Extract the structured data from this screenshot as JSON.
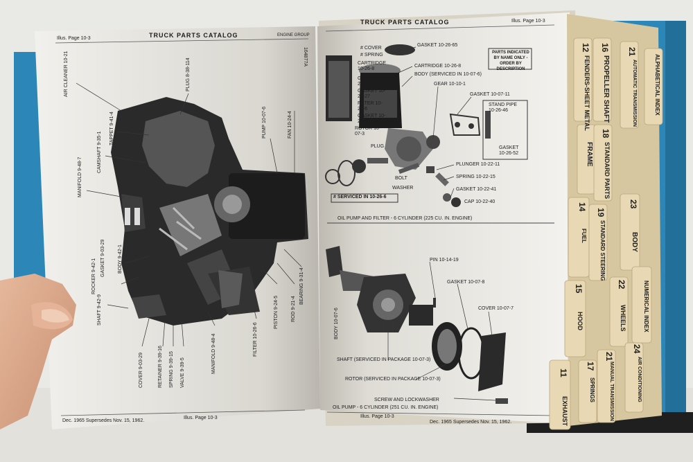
{
  "left_page": {
    "header": "TRUCK PARTS CATALOG",
    "illus_left": "Illus. Page 10-3",
    "section": "ENGINE GROUP",
    "code": "164877A",
    "footer_date": "Dec. 1965 Supersedes Nov. 15, 1962.",
    "footer_illus": "Illus. Page 10-3",
    "labels": {
      "air_cleaner": "AIR CLEANER 10-21",
      "plug": "PLUG 8-38-114",
      "tappet": "TAPPET 9-41-4",
      "camshaft": "CAMSHAFT 9-35-1",
      "manifold_top": "MANIFOLD 9-48-7",
      "fan": "FAN 10-24-4",
      "pump": "PUMP 10-07-6",
      "gasket": "GASKET 9-03-29",
      "body": "BODY 9-42-1",
      "rocker": "ROCKER 9-42-1",
      "shaft": "SHAFT 9-42-9",
      "cover": "COVER 9-03-29",
      "retainer": "RETAINER 9-39-16",
      "spring": "SPRING 9-39-15",
      "valve": "VALVE 9-39-5",
      "manifold_bottom": "MANIFOLD 9-48-4",
      "filter": "FILTER 10-26-6",
      "piston": "PISTON 9-24-5",
      "rod": "ROD 9-21-4",
      "bearing": "BEARING 9-31-4"
    }
  },
  "right_page": {
    "header": "TRUCK PARTS CATALOG",
    "illus": "Illus. Page 10-3",
    "parts_note": "PARTS INDICATED BY NAME ONLY - ORDER BY DESCRIPTION",
    "caption_top": "OIL PUMP AND FILTER - 6 CYLINDER (225 CU. IN. ENGINE)",
    "caption_bottom": "OIL PUMP - 6 CYLINDER (251 CU. IN. ENGINE)",
    "serviced_note": "# SERVICED IN 10-26-6",
    "footer_date": "Dec. 1965 Supersedes Nov. 15, 1962.",
    "footer_illus": "Illus. Page 10-3",
    "labels": {
      "cover": "# COVER",
      "spring": "# SPRING",
      "cartridge_left": "CARTRIDGE 10-26-8",
      "gasket_top": "GASKET 10-26-65",
      "gasket_37": "GASKET 10-26-37",
      "gasket_27": "GASKET 10-26-27",
      "filter": "FILTER 10-26-6",
      "gasket_38": "GASKET 10-26-38",
      "cartridge": "CARTRIDGE 10-26-8",
      "body_serviced": "BODY (SERVICED IN 10-07-6)",
      "gear": "GEAR 10-10-1",
      "gasket_07_11": "GASKET 10-07-11",
      "stand_pipe": "STAND PIPE 10-26-46",
      "gasket_52": "GASKET 10-26-52",
      "rotor": "ROTOR 10-07-3",
      "plug": "PLUG",
      "plunger": "PLUNGER 10-22-11",
      "spring_22": "SPRING 10-22-15",
      "bolt": "BOLT",
      "washer": "WASHER",
      "gasket_22_41": "GASKET 10-22-41",
      "cap": "CAP 10-22-40",
      "pin": "PIN 10-14-19",
      "gasket_07_8": "GASKET 10-07-8",
      "cover_07_7": "COVER 10-07-7",
      "body_bottom": "BODY 10-07-6",
      "shaft_serviced": "SHAFT (SERVICED IN PACKAGE 10-07-3)",
      "rotor_serviced": "ROTOR (SERVICED IN PACKAGE 10-07-3)",
      "screw": "SCREW AND LOCKWASHER"
    }
  },
  "tabs": [
    {
      "num": "12",
      "label": "FENDERS-SHEET METAL"
    },
    {
      "num": "16",
      "label": "PROPELLER SHAFT"
    },
    {
      "num": "21",
      "label": "AUTOMATIC TRANSMISSION"
    },
    {
      "num": "",
      "label": "ALPHABETICAL INDEX"
    },
    {
      "num": "",
      "label": "FRAME"
    },
    {
      "num": "18",
      "label": "STANDARD PARTS"
    },
    {
      "num": "14",
      "label": "FUEL"
    },
    {
      "num": "19",
      "label": "STANDARD STEERING"
    },
    {
      "num": "23",
      "label": "BODY"
    },
    {
      "num": "15",
      "label": "HOOD"
    },
    {
      "num": "22",
      "label": "WHEELS"
    },
    {
      "num": "",
      "label": "NUMERICAL INDEX"
    },
    {
      "num": "11",
      "label": "EXHAUST"
    },
    {
      "num": "17",
      "label": "SPRINGS"
    },
    {
      "num": "21",
      "label": "MANUAL TRANSMISSION"
    },
    {
      "num": "24",
      "label": "AIR CONDITIONING"
    }
  ],
  "colors": {
    "binder": "#2c86b8",
    "paper": "#f3f2ee",
    "tab": "#e6d6b0",
    "ink": "#1c1c1c",
    "skin": "#d9a789"
  }
}
